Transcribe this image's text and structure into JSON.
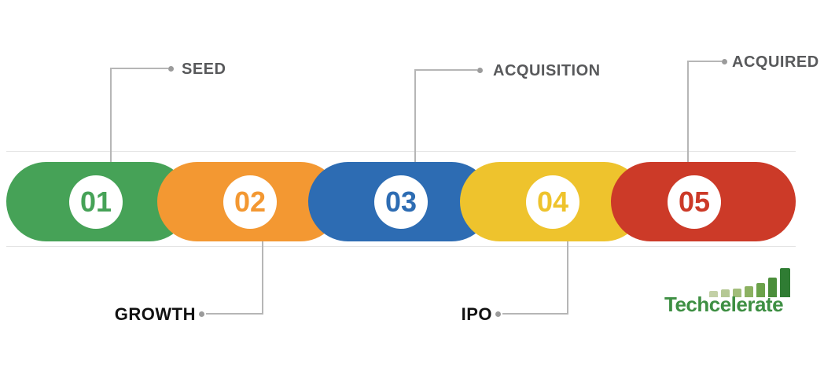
{
  "stages": [
    {
      "number": "01",
      "label": "SEED",
      "color": "#46a257",
      "label_position": "top"
    },
    {
      "number": "02",
      "label": "GROWTH",
      "color": "#f39832",
      "label_position": "bottom"
    },
    {
      "number": "03",
      "label": "ACQUISITION",
      "color": "#2d6cb3",
      "label_position": "top"
    },
    {
      "number": "04",
      "label": "IPO",
      "color": "#eec32d",
      "label_position": "bottom"
    },
    {
      "number": "05",
      "label": "ACQUIRED",
      "color": "#cc3a28",
      "label_position": "top"
    }
  ],
  "connectors": {
    "line_color": "#b6b6b6",
    "dot_color": "#9b9b9b"
  },
  "labels": {
    "top_color": "#58595b",
    "bottom_color": "#111111"
  },
  "logo": {
    "text": "Techcelerate",
    "text_color": "#3e8f43",
    "bars": {
      "heights": [
        8,
        10,
        11,
        14,
        18,
        25,
        37
      ],
      "colors": [
        "#c3d0a6",
        "#b5c894",
        "#a2bd7b",
        "#8cb161",
        "#6ba24a",
        "#4b8e3b",
        "#2f7c33"
      ]
    }
  }
}
